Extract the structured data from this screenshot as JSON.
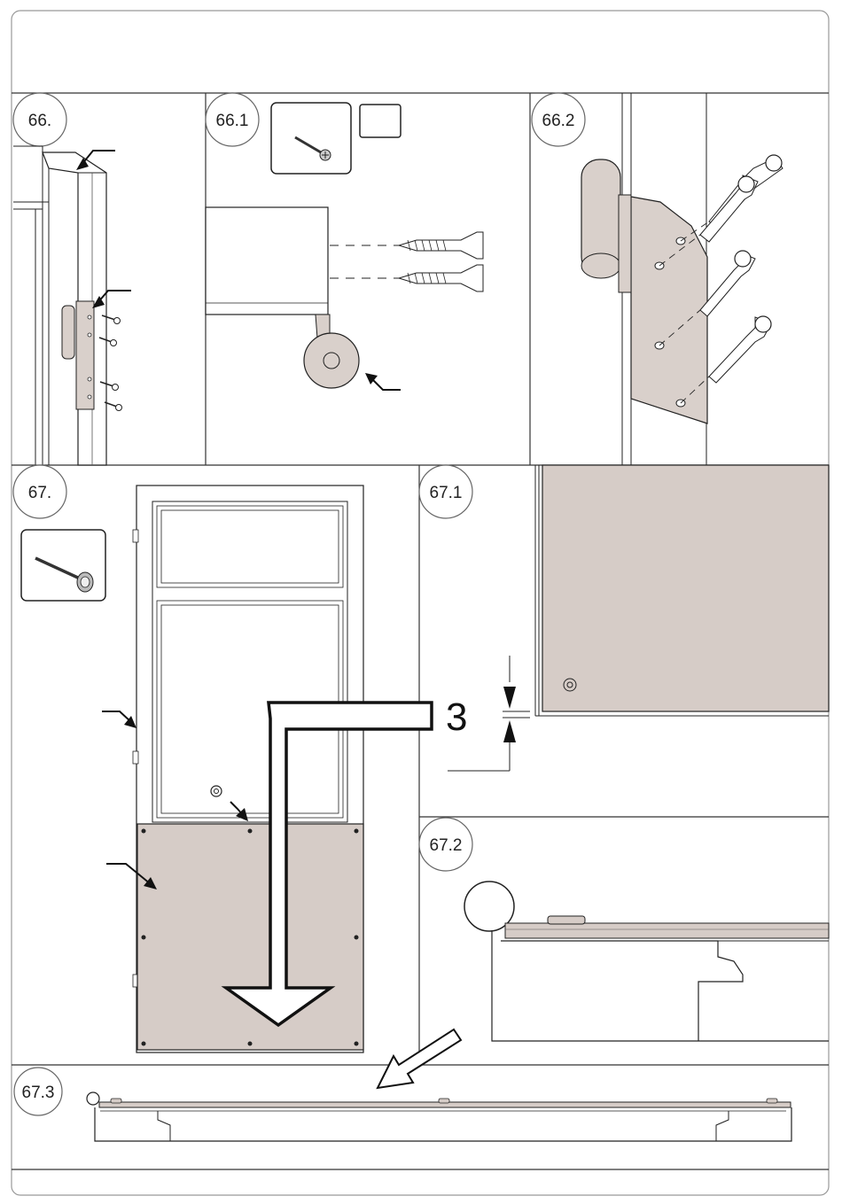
{
  "steps": {
    "s66": "66.",
    "s66_1": "66.1",
    "s66_2": "66.2",
    "s67": "67.",
    "s67_1": "67.1",
    "s67_2": "67.2",
    "s67_3": "67.3"
  },
  "dimension": {
    "gap_value": "3"
  },
  "icons": {
    "screw_small": "screw-icon",
    "screw_washer": "washer-screw-icon",
    "empty_box": "empty-quantity-box"
  },
  "colors": {
    "panel_fill": "#d6ccc7",
    "line": "#1a1a1a",
    "hinge_fill": "#d9d0cb"
  }
}
